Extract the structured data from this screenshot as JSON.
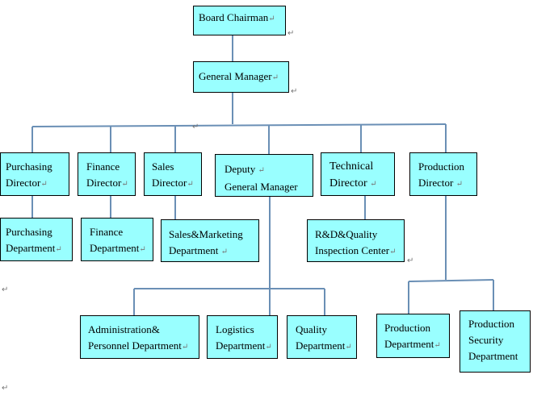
{
  "colors": {
    "box_fill": "#99ffff",
    "box_border": "#000000",
    "connector": "#6a8fb5"
  },
  "paragraph_mark": "↵",
  "nodes": {
    "board_chairman": [
      "Board Chairman"
    ],
    "general_manager": [
      "General Manager"
    ],
    "purchasing_director": [
      "Purchasing",
      "Director"
    ],
    "finance_director": [
      "Finance",
      "Director"
    ],
    "sales_director": [
      "Sales",
      "Director"
    ],
    "deputy_general_manager": [
      "Deputy",
      "General Manager"
    ],
    "technical_director": [
      "Technical",
      "Director"
    ],
    "production_director": [
      "Production",
      "Director"
    ],
    "purchasing_department": [
      "Purchasing",
      "Department"
    ],
    "finance_department": [
      "Finance",
      "Department"
    ],
    "sales_marketing_department": [
      "Sales&Marketing",
      "Department"
    ],
    "rd_quality_center": [
      "R&D&Quality",
      "Inspection Center"
    ],
    "admin_personnel_department": [
      "Administration&",
      "Personnel Department"
    ],
    "logistics_department": [
      "Logistics",
      "Department"
    ],
    "quality_department": [
      "Quality",
      "Department"
    ],
    "production_department": [
      "Production",
      "Department"
    ],
    "production_security_department": [
      "Production",
      "Security",
      "Department"
    ]
  }
}
